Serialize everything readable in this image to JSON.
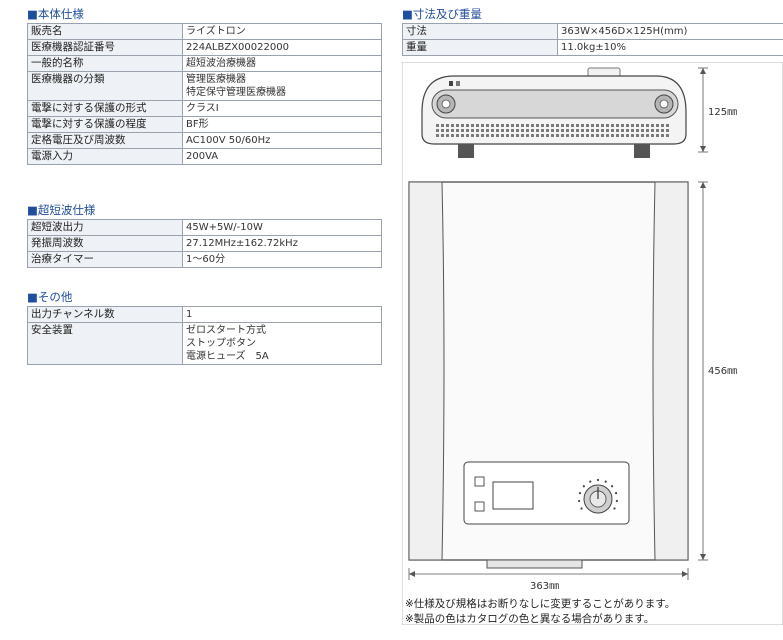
{
  "sections": {
    "body_spec": {
      "title": "本体仕様",
      "rows": [
        {
          "label": "販売名",
          "value": "ライズトロン"
        },
        {
          "label": "医療機器認証番号",
          "value": "224ALBZX00022000"
        },
        {
          "label": "一般的名称",
          "value": "超短波治療機器"
        },
        {
          "label": "医療機器の分類",
          "value": "管理医療機器\n特定保守管理医療機器"
        },
        {
          "label": "電撃に対する保護の形式",
          "value": "クラスⅠ"
        },
        {
          "label": "電撃に対する保護の程度",
          "value": "BF形"
        },
        {
          "label": "定格電圧及び周波数",
          "value": "AC100V 50/60Hz"
        },
        {
          "label": "電源入力",
          "value": "200VA"
        }
      ]
    },
    "ultrashort_spec": {
      "title": "超短波仕様",
      "rows": [
        {
          "label": "超短波出力",
          "value": "45W+5W/-10W"
        },
        {
          "label": "発振周波数",
          "value": "27.12MHz±162.72kHz"
        },
        {
          "label": "治療タイマー",
          "value": "1〜60分"
        }
      ]
    },
    "other": {
      "title": "その他",
      "rows": [
        {
          "label": "出力チャンネル数",
          "value": "1"
        },
        {
          "label": "安全装置",
          "value": "ゼロスタート方式\nストップボタン\n電源ヒューズ　5A"
        }
      ]
    },
    "dimensions": {
      "title": "寸法及び重量",
      "rows": [
        {
          "label": "寸法",
          "value": "363W×456D×125H(mm)"
        },
        {
          "label": "重量",
          "value": "11.0kg±10%"
        }
      ]
    }
  },
  "bullet_glyph": "■",
  "figure": {
    "height_label": "125㎜",
    "depth_label": "456㎜",
    "width_label": "363㎜"
  },
  "notes": [
    "※仕様及び規格はお断りなしに変更することがあります。",
    "※製品の色はカタログの色と異なる場合があります。"
  ]
}
